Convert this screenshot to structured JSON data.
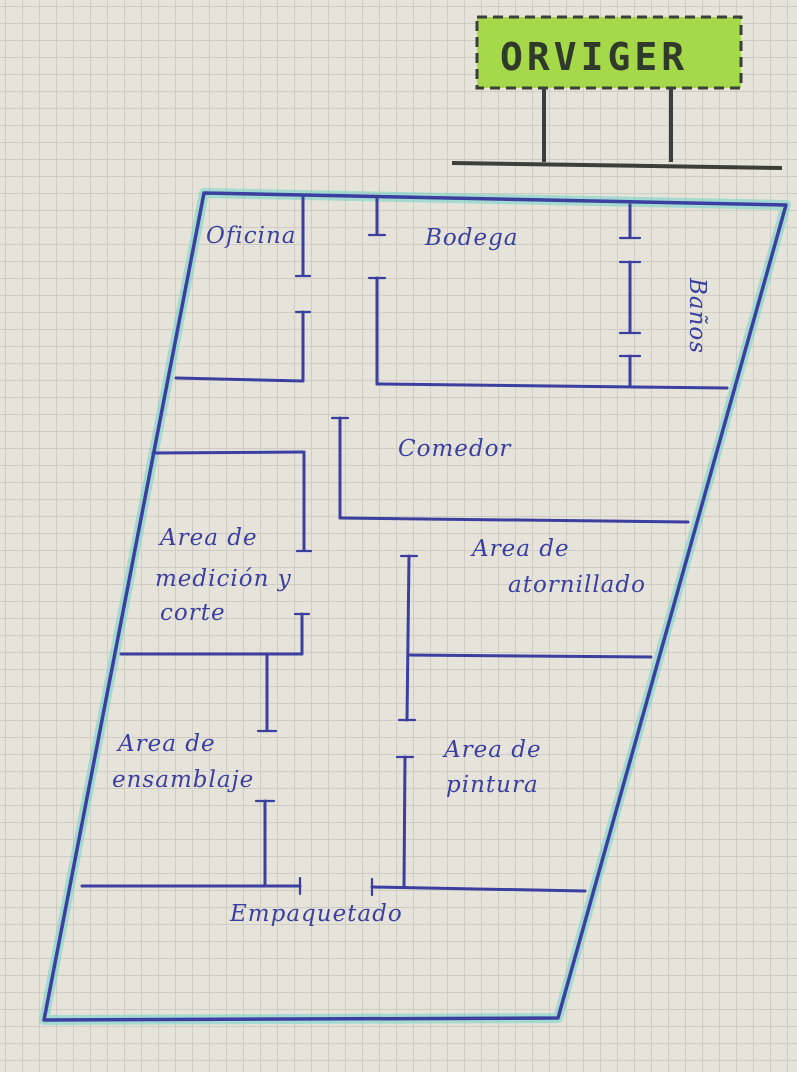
{
  "sign": {
    "text": "ORVIGER",
    "color": "#a6d94a"
  },
  "rooms": {
    "oficina": "Oficina",
    "bodega": "Bodega",
    "banos": "Baños",
    "comedor": "Comedor",
    "medicion_1": "Area de",
    "medicion_2": "medición y",
    "medicion_3": "corte",
    "atornillado_1": "Area de",
    "atornillado_2": "atornillado",
    "ensamblaje_1": "Area de",
    "ensamblaje_2": "ensamblaje",
    "pintura_1": "Area de",
    "pintura_2": "pintura",
    "empaquetado": "Empaquetado"
  },
  "colors": {
    "ink": "#3a3fa0",
    "highlight": "#6fd3c9"
  }
}
